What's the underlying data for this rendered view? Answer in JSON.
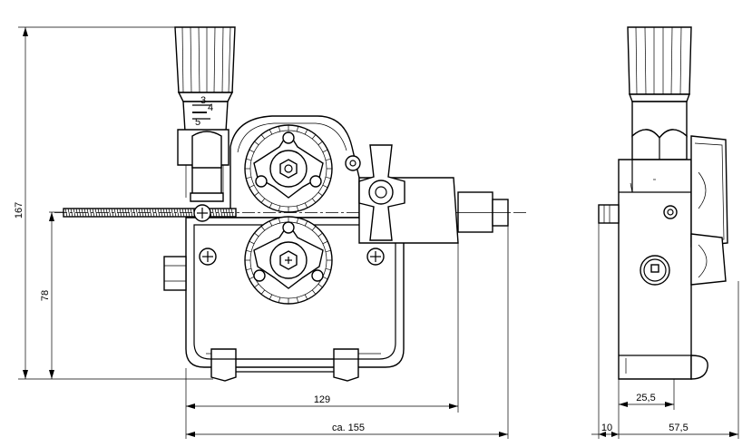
{
  "dimensions": {
    "height_total": "167",
    "height_axis": "78",
    "width_body": "129",
    "width_total": "ca. 155",
    "side_offset": "25,5",
    "side_gap": "10",
    "side_depth": "57,5"
  },
  "scale_marks": {
    "mark_3": "3",
    "mark_4": "4",
    "mark_5": "5"
  },
  "colors": {
    "line": "#000000",
    "background": "#ffffff"
  }
}
